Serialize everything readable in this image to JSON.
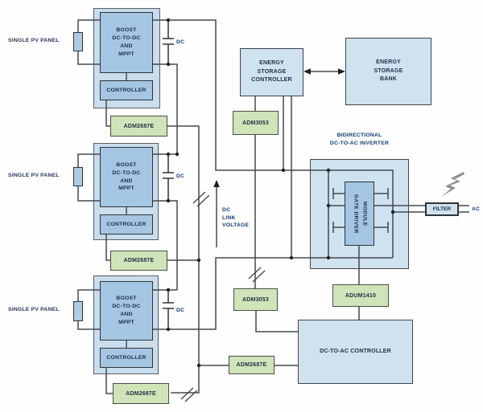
{
  "diagram": {
    "strings": [
      {
        "panel": "SINGLE PV PANEL",
        "converter": "BOOST\nDC-TO-DC\nAND\nMPPT",
        "controller": "CONTROLLER",
        "isolator": "ADM2687E",
        "link_cap": "DC"
      },
      {
        "panel": "SINGLE PV PANEL",
        "converter": "BOOST\nDC-TO-DC\nAND\nMPPT",
        "controller": "CONTROLLER",
        "isolator": "ADM2687E",
        "link_cap": "DC"
      },
      {
        "panel": "SINGLE PV PANEL",
        "converter": "BOOST\nDC-TO-DC\nAND\nMPPT",
        "controller": "CONTROLLER",
        "isolator": "ADM2687E",
        "link_cap": "DC"
      }
    ],
    "storage": {
      "controller": "ENERGY\nSTORAGE\nCONTROLLER",
      "bank": "ENERGY\nSTORAGE\nBANK",
      "isolator": "ADM3053"
    },
    "dc_link": {
      "label": "DC\nLINK\nVOLTAGE"
    },
    "inverter": {
      "title": "BIDIRECTIONAL\nDC-TO-AC INVERTER",
      "gate_driver": "GATE DRIVER\nMODULE",
      "filter": "FILTER",
      "ac": "AC"
    },
    "control": {
      "controller": "DC-TO-AC CONTROLLER",
      "can_isolator": "ADM3053",
      "gate_isolator": "ADUM1410",
      "bus_isolator": "ADM2687E"
    }
  },
  "colors": {
    "box_light_blue": "#cfe2f0",
    "box_medium_blue": "#a4c6e2",
    "container_blue": "#c9ddec",
    "box_green": "#cfe4b8",
    "wire": "#45494e",
    "text_dark": "#1c2f45",
    "text_blue": "#143d77",
    "bolt_gray": "#8a8f96"
  }
}
